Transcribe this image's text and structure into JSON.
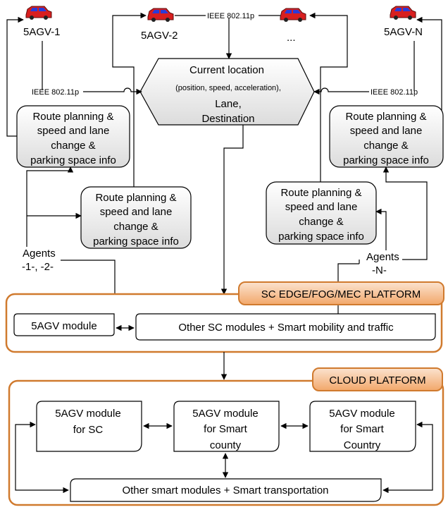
{
  "vehicles": {
    "v1": "5AGV-1",
    "v2": "5AGV-2",
    "vdots": "...",
    "vn": "5AGV-N"
  },
  "ieee_label": "IEEE 802.11p",
  "center": {
    "line1": "Current location",
    "line2": "(position, speed, acceleration),",
    "line3": "Lane,",
    "line4": "Destination"
  },
  "route_box": {
    "line1": "Route planning &",
    "line2": "speed and lane",
    "line3": "change &",
    "line4": "parking space info"
  },
  "agents_left": {
    "line1": "Agents",
    "line2": "-1-, -2-"
  },
  "agents_right": {
    "line1": "Agents",
    "line2": "-N-"
  },
  "edge_platform": {
    "title": "SC EDGE/FOG/MEC PLATFORM",
    "module": "5AGV module",
    "other": "Other SC modules + Smart mobility and traffic"
  },
  "cloud_platform": {
    "title": "CLOUD PLATFORM",
    "m1": {
      "line1": "5AGV module",
      "line2": "for SC"
    },
    "m2": {
      "line1": "5AGV module",
      "line2": "for Smart",
      "line3": "county"
    },
    "m3": {
      "line1": "5AGV module",
      "line2": "for Smart",
      "line3": "Country"
    },
    "other": "Other smart modules + Smart transportation"
  },
  "colors": {
    "platform_border": "#d07a2e",
    "tag_fill_top": "#fbe3cf",
    "tag_fill_bottom": "#f2a76a",
    "box_fill_top": "#ffffff",
    "box_fill_bottom": "#dcdcdc",
    "car_red": "#d81f1f",
    "car_blue": "#2a3bd8"
  }
}
